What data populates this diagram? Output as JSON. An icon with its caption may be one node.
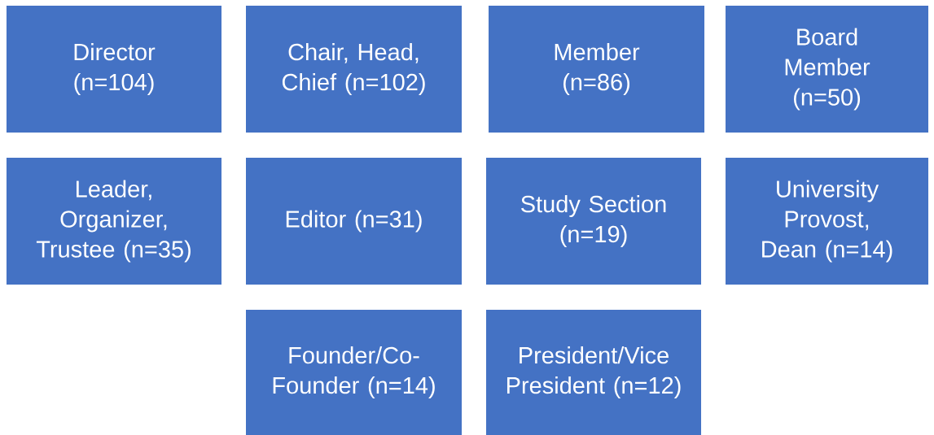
{
  "diagram": {
    "nodes": [
      {
        "text": [
          "Director (n=104)"
        ]
      },
      {
        "text": [
          "Chair, Head, Chief (n=102)"
        ]
      },
      {
        "text": [
          "Member (n=86)"
        ]
      },
      {
        "text": [
          "Board Member (n=50)"
        ]
      },
      {
        "text": [
          "Leader, Organizer, Trustee (n=35)"
        ]
      },
      {
        "text": [
          "Editor (n=31)"
        ]
      },
      {
        "text": [
          "Study Section (n=19)"
        ]
      },
      {
        "text": [
          "University Provost, Dean (n=14)"
        ]
      },
      {
        "text": [
          "Founder/Co-Founder (n=14)"
        ]
      },
      {
        "text": [
          "President/Vice President (n=12)"
        ]
      }
    ]
  }
}
